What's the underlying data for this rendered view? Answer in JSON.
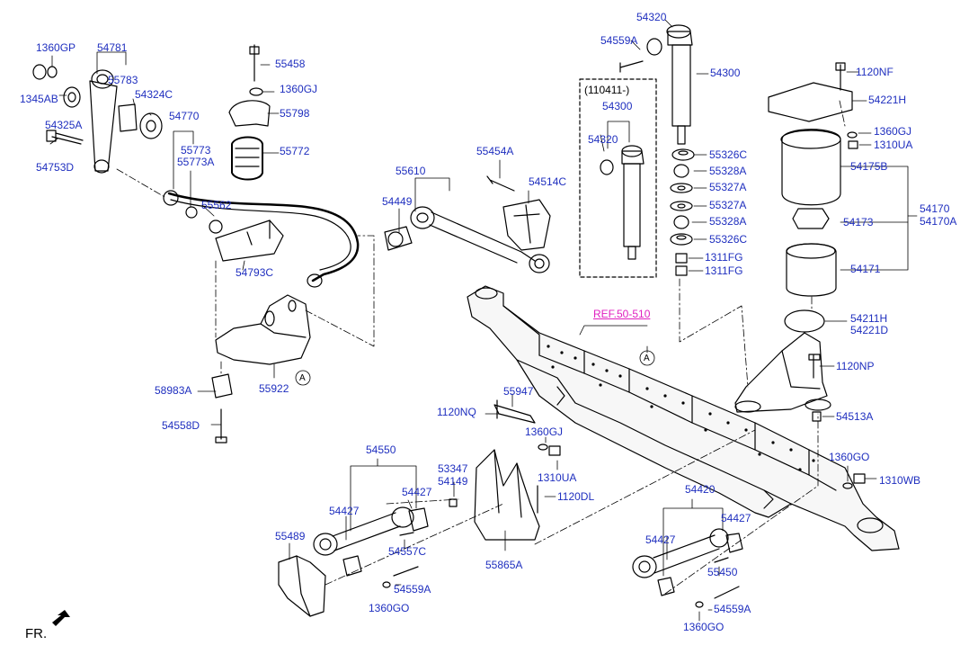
{
  "diagram": {
    "ref_label": "REF.50-510",
    "date_note": "(110411-)",
    "front_label": "FR.",
    "callout_circle": "A",
    "parts": {
      "p1360GP": "1360GP",
      "p1345AB": "1345AB",
      "p54781": "54781",
      "p55783": "55783",
      "p54324C": "54324C",
      "p54325A": "54325A",
      "p54753D": "54753D",
      "p54770": "54770",
      "p55773": "55773",
      "p55773A": "55773A",
      "p55562": "55562",
      "p55458": "55458",
      "p1360GJ_top": "1360GJ",
      "p55798": "55798",
      "p55772": "55772",
      "p54793C": "54793C",
      "p58983A": "58983A",
      "p54558D": "54558D",
      "p55922": "55922",
      "p55610": "55610",
      "p54449": "54449",
      "p55454A": "55454A",
      "p54514C": "54514C",
      "p54320_top": "54320",
      "p54559A_top": "54559A",
      "p54300_top": "54300",
      "p54300_box": "54300",
      "p54320_box": "54320",
      "p55326C_1": "55326C",
      "p55328A_1": "55328A",
      "p55327A_1": "55327A",
      "p55327A_2": "55327A",
      "p55328A_2": "55328A",
      "p55326C_2": "55326C",
      "p1311FG_1": "1311FG",
      "p1311FG_2": "1311FG",
      "p1120NF": "1120NF",
      "p54221H_top": "54221H",
      "p1360GJ_right": "1360GJ",
      "p1310UA_right": "1310UA",
      "p54175B": "54175B",
      "p54170": "54170",
      "p54170A": "54170A",
      "p54173": "54173",
      "p54171": "54171",
      "p54211H": "54211H",
      "p54221D": "54221D",
      "p1120NP": "1120NP",
      "p54513A": "54513A",
      "p1120NQ": "1120NQ",
      "p55947": "55947",
      "p1360GJ_mid": "1360GJ",
      "p1310UA_mid": "1310UA",
      "p53347": "53347",
      "p54149": "54149",
      "p1120DL": "1120DL",
      "p55865A": "55865A",
      "p54550": "54550",
      "p54427_a": "54427",
      "p54427_b": "54427",
      "p55489": "55489",
      "p54557C": "54557C",
      "p54559A_left": "54559A",
      "p1360GO_left": "1360GO",
      "p54420": "54420",
      "p54427_c": "54427",
      "p54427_d": "54427",
      "p55450": "55450",
      "p54559A_right": "54559A",
      "p1360GO_bottom": "1360GO",
      "p1360GO_right": "1360GO",
      "p1310WB": "1310WB"
    }
  },
  "colors": {
    "label": "#1f2fbf",
    "ref": "#e020c0",
    "line": "#000000"
  }
}
